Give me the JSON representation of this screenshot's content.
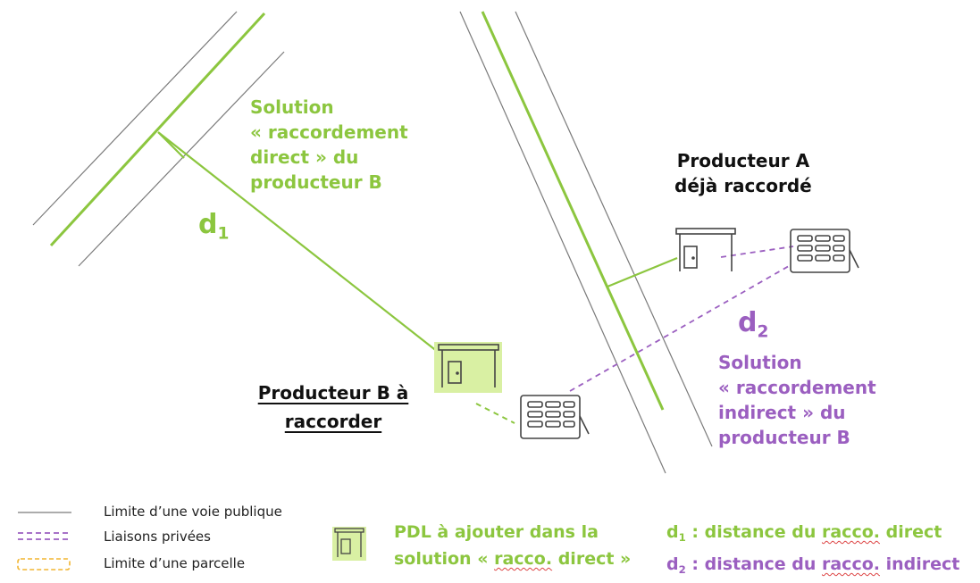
{
  "labels": {
    "solution_direct": [
      "Solution",
      "« raccordement",
      "direct » du",
      "producteur B"
    ],
    "producteur_a": [
      "Producteur A",
      "déjà raccordé"
    ],
    "d1": {
      "letter": "d",
      "sub": "1"
    },
    "d2": {
      "letter": "d",
      "sub": "2"
    },
    "solution_indirect": [
      "Solution",
      "« raccordement",
      "indirect » du",
      "producteur B"
    ],
    "producteur_b": [
      "Producteur B à",
      "raccorder"
    ]
  },
  "legend": {
    "voie_publique": "Limite d’une voie publique",
    "liaisons_privees": "Liaisons privées",
    "parcelle": "Limite d’une parcelle",
    "pdl_line1": "PDL à ajouter dans la",
    "pdl_line2_a": "solution « ",
    "pdl_line2_b": "racco.",
    "pdl_line2_c": " direct »",
    "d1_sub": "1",
    "d1_text_a": " : distance du ",
    "d1_text_b": "racco.",
    "d1_text_c": " direct",
    "d2_sub": "2",
    "d2_text_a": " : distance du ",
    "d2_text_b": "racco.",
    "d2_text_c": " indirect",
    "d_letter": "d"
  },
  "colors": {
    "green": "#8cc63f",
    "purple": "#9b5fc0",
    "road_gray": "#7a7a7a",
    "highlight": "#d9f0a3",
    "parcel_orange": "#f2b632"
  }
}
